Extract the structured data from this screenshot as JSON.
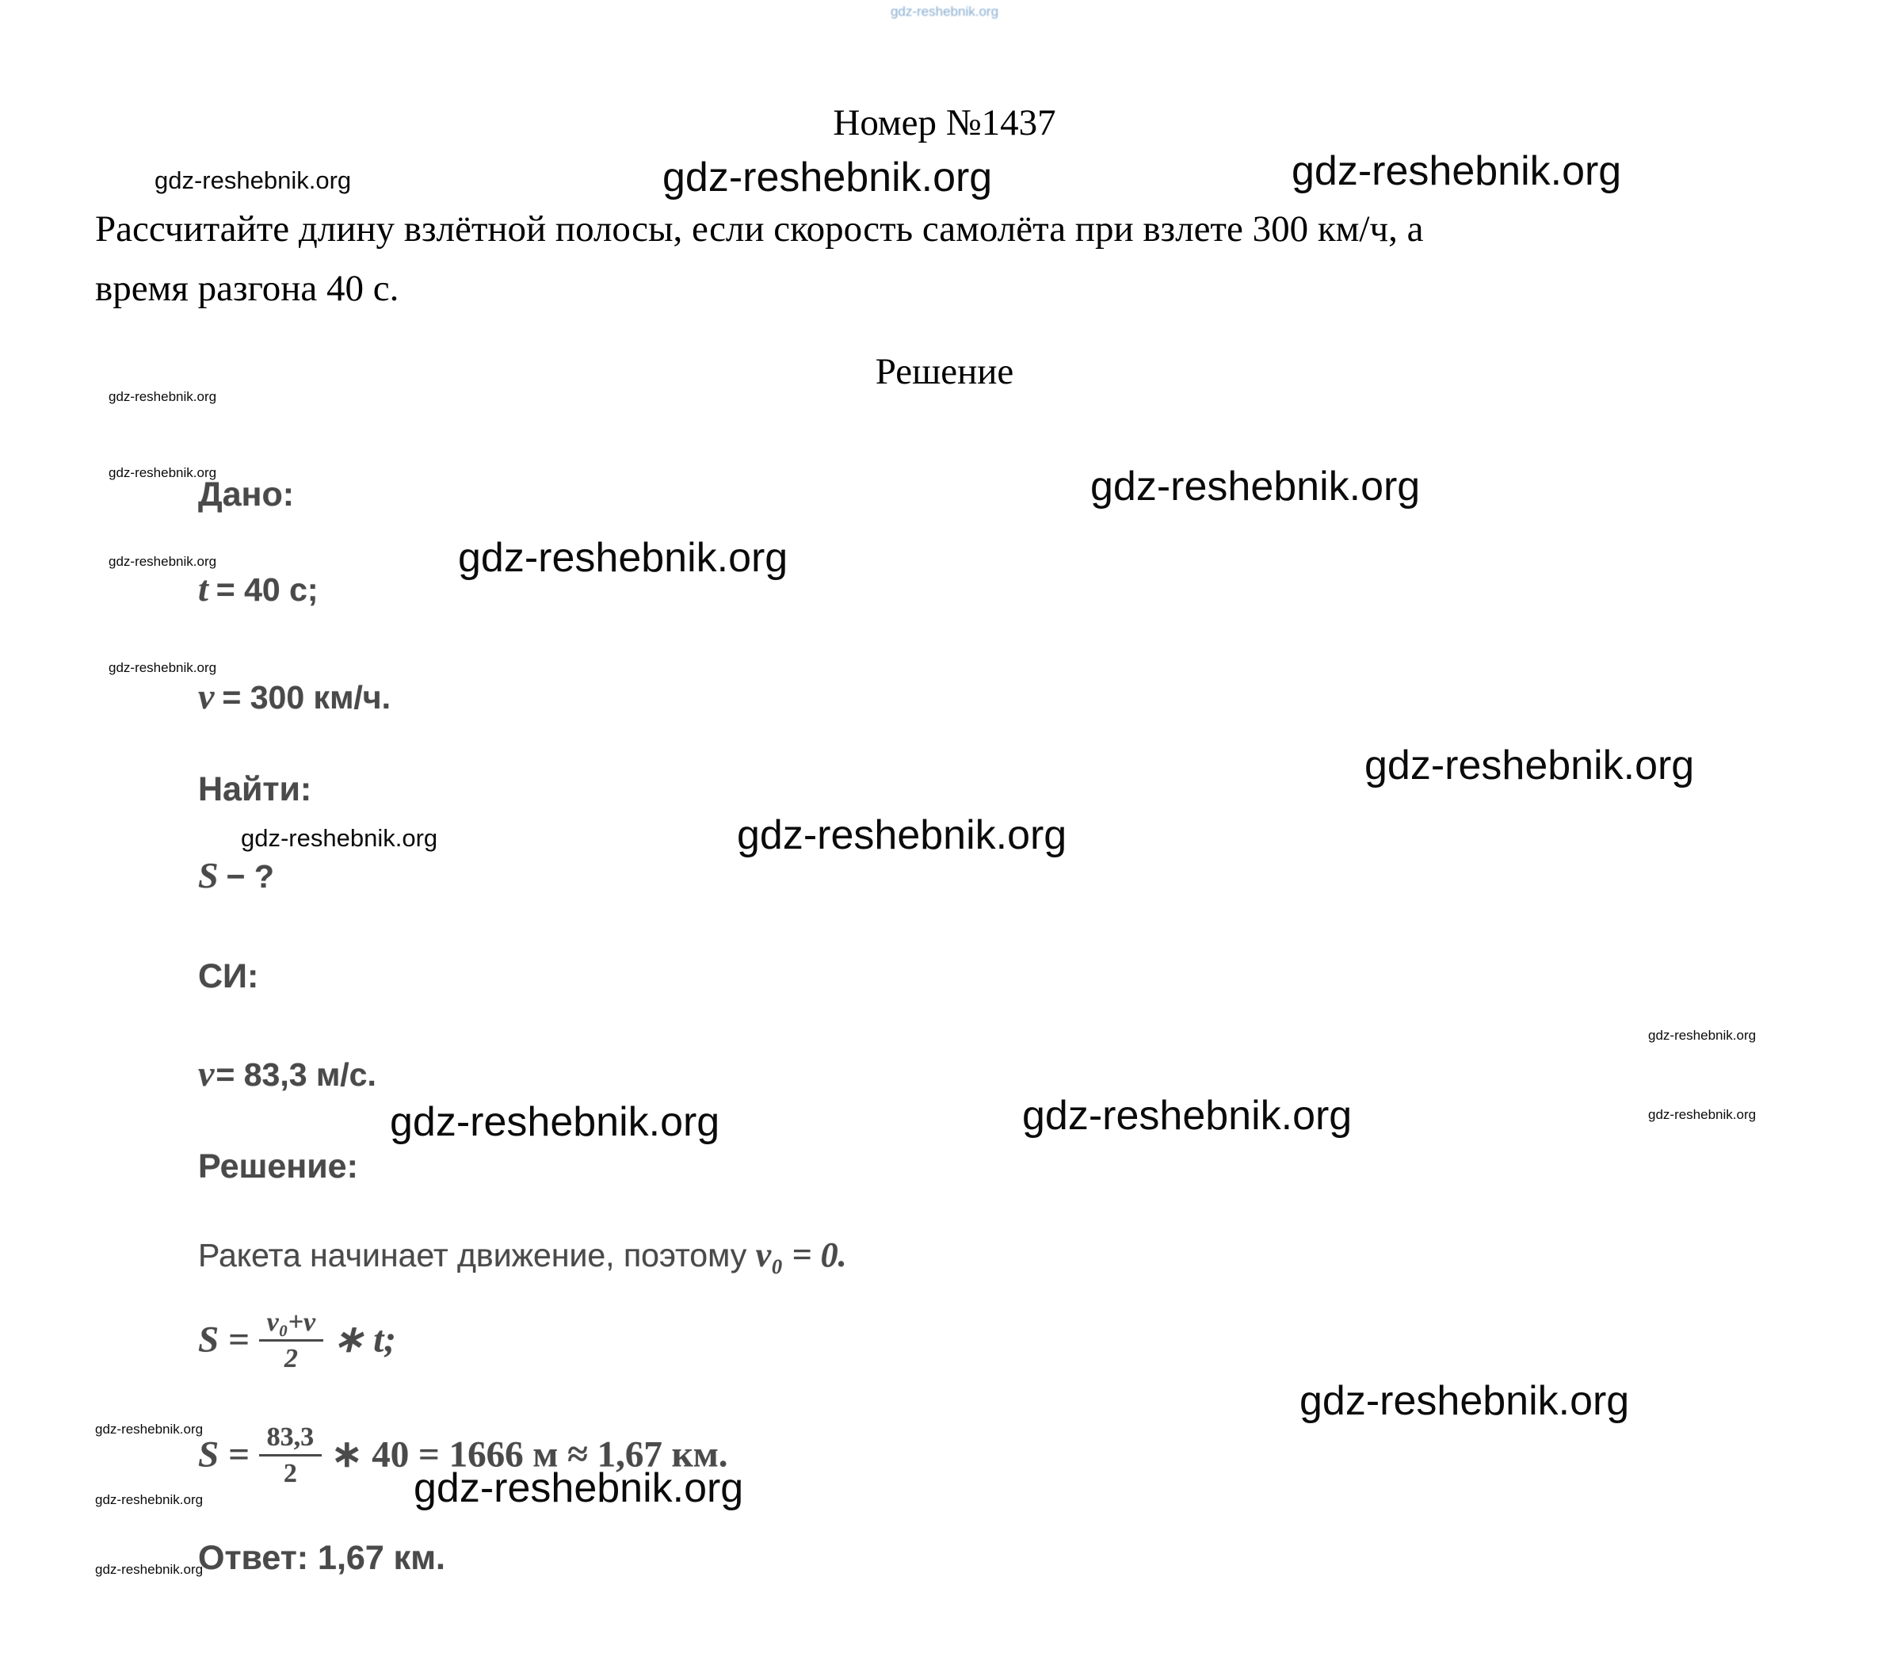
{
  "watermark": {
    "text": "gdz-reshebnik.org"
  },
  "header": {
    "title": "Номер №1437"
  },
  "problem": {
    "line1": "Рассчитайте длину взлётной полосы, если скорость самолёта при взлете 300 км/ч, а",
    "line2": "время разгона 40 с."
  },
  "solution": {
    "heading": "Решение",
    "dano_label": "Дано:",
    "given": [
      {
        "var": "t",
        "rest": "= 40 с;"
      },
      {
        "var": "v",
        "rest": "= 300 км/ч."
      }
    ],
    "find_label": "Найти:",
    "find": {
      "var": "S",
      "rest": "− ?"
    },
    "si_label": "СИ:",
    "si": {
      "var": "v",
      "rest": "= 83,3 м/с."
    },
    "solution_label": "Решение:",
    "note": {
      "text": "Ракета начинает движение, поэтому ",
      "math": "v₀ = 0."
    },
    "formula1": {
      "lhs": "S =",
      "num": "v₀+v",
      "den": "2",
      "rhs": "∗ t;"
    },
    "formula2": {
      "lhs": "S =",
      "num": "83,3",
      "den": "2",
      "rhs": "∗ 40 = 1666 м ≈ 1,67 км."
    },
    "answer": "Ответ: 1,67 км."
  }
}
